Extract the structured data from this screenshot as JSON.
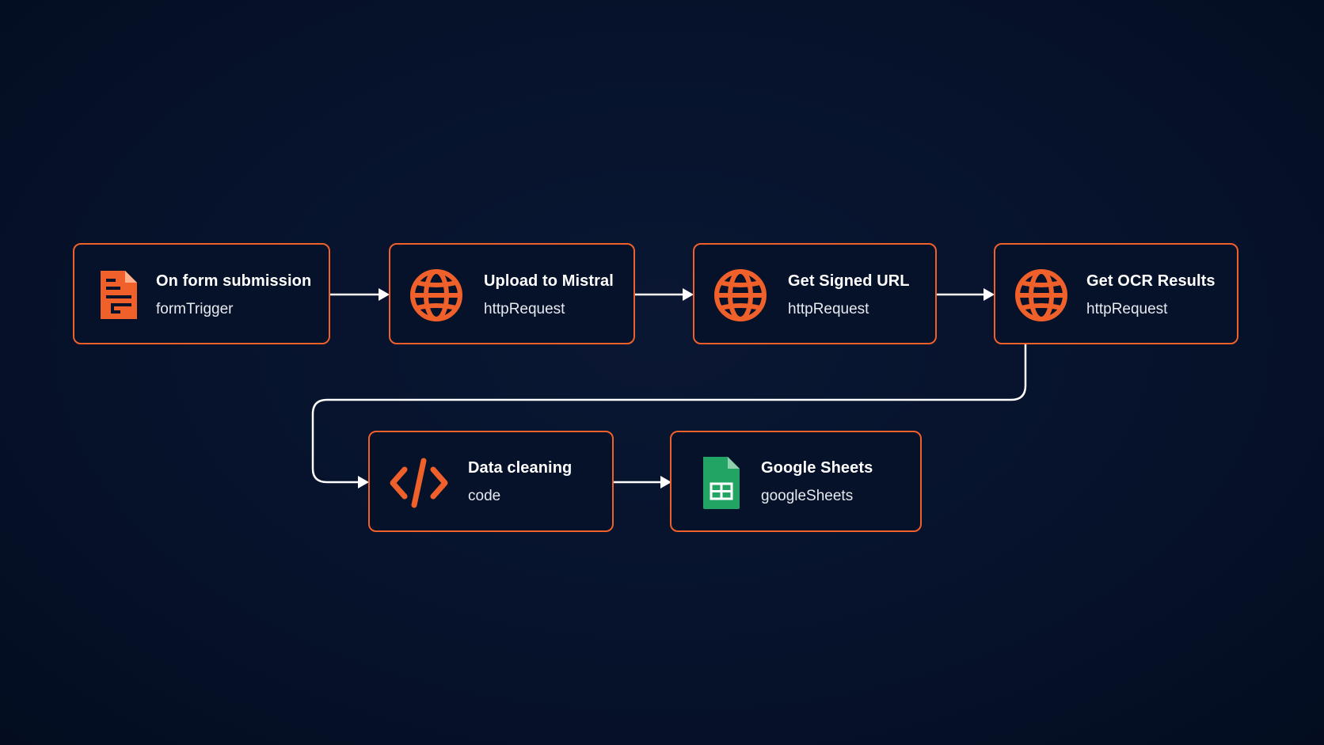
{
  "workflow": {
    "nodes": [
      {
        "id": "form",
        "title": "On form submission",
        "type": "formTrigger",
        "icon": "form-document-icon"
      },
      {
        "id": "upload",
        "title": "Upload to Mistral",
        "type": "httpRequest",
        "icon": "globe-icon"
      },
      {
        "id": "signed",
        "title": "Get Signed URL",
        "type": "httpRequest",
        "icon": "globe-icon"
      },
      {
        "id": "ocr",
        "title": "Get OCR Results",
        "type": "httpRequest",
        "icon": "globe-icon"
      },
      {
        "id": "clean",
        "title": "Data cleaning",
        "type": "code",
        "icon": "code-brackets-icon"
      },
      {
        "id": "sheets",
        "title": "Google Sheets",
        "type": "googleSheets",
        "icon": "google-sheets-icon"
      }
    ],
    "edges": [
      [
        "form",
        "upload"
      ],
      [
        "upload",
        "signed"
      ],
      [
        "signed",
        "ocr"
      ],
      [
        "ocr",
        "clean"
      ],
      [
        "clean",
        "sheets"
      ]
    ]
  },
  "colors": {
    "background": "#06122a",
    "node_border": "#f0602a",
    "icon_accent": "#f0602a",
    "connector": "#ffffff",
    "sheets_green": "#21a464"
  }
}
